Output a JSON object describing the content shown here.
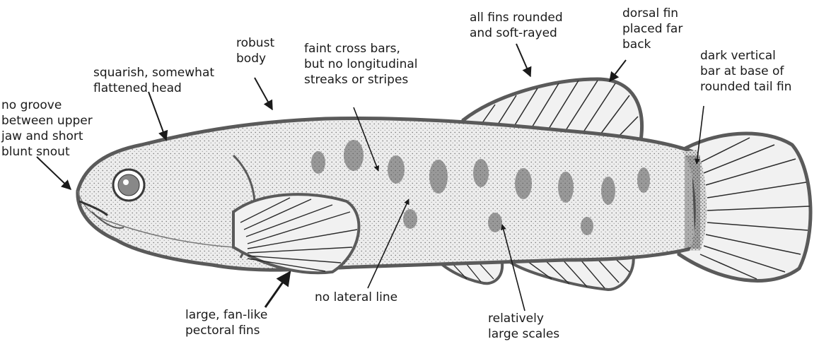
{
  "labels": {
    "groove": "no groove\nbetween upper\njaw and short\nblunt snout",
    "head": "squarish, somewhat\nflattened head",
    "body": "robust\nbody",
    "bars": "faint cross bars,\nbut no longitudinal\nstreaks or stripes",
    "fins_rounded": "all fins rounded\nand soft-rayed",
    "dorsal": "dorsal fin\nplaced far\nback",
    "tail_bar": "dark vertical\nbar at base of\nrounded tail fin",
    "pectoral": "large, fan-like\npectoral fins",
    "lateral": "no lateral line",
    "scales": "relatively\nlarge scales"
  },
  "colors": {
    "ink": "#1a1a1a",
    "fish_fill": "#ececec",
    "outline": "#5a5a5a"
  }
}
